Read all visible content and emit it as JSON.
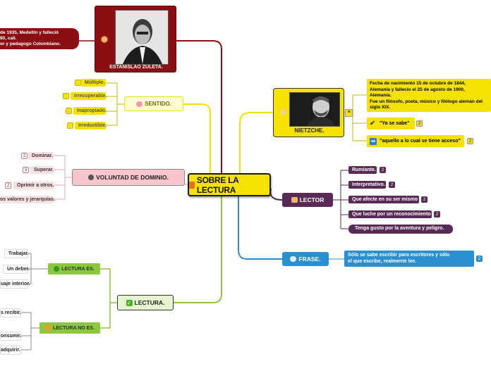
{
  "center": {
    "label": "SOBRE LA LECTURA",
    "icon": "book-icon"
  },
  "zuleta": {
    "label": "ESTANISLAO ZULETA.",
    "bio_lines": [
      "de 1935, Medellín y falleció",
      "90, cali.",
      "or y pedagogo Colombiano."
    ]
  },
  "nietzsche": {
    "label": "NIETZCHE.",
    "bio_lines": [
      "Fecha de nacimiento 15 de octubre de 1844,",
      "Alemania y fallecio el 25 de agosto de 1900,",
      "Alemania.",
      "Fue un filósofo, poeta, músico y filólogo alemán del",
      "siglo XIX."
    ],
    "quote1": "\"Ya se sabe\"",
    "quote2": "\"aquello a lo cual se tiene acceso\"",
    "count1": "2",
    "count2": "2"
  },
  "sentido": {
    "label": "SENTIDO.",
    "items": [
      "Múltiple.",
      "Irrecuperable.",
      "Inapropiado.",
      "Irreductible."
    ]
  },
  "voluntad": {
    "label": "VOLUNTAD DE DOMINIO.",
    "items": [
      "Dominar.",
      "Superar.",
      "Oprimir a otros.",
      "os valores y jerarquías."
    ],
    "counts": [
      "2",
      "3",
      "2"
    ]
  },
  "lector": {
    "label": "LECTOR",
    "items": [
      "Rumiante.",
      "Interpretativo.",
      "Que afecte en su ser mismo",
      "Que luche por un reconocimiento",
      "Tenga gusto  por la aventura y peligro."
    ],
    "counts": [
      "2",
      "2",
      "2",
      "2"
    ]
  },
  "frase": {
    "label": "FRASE.",
    "text_lines": [
      "Sólo se sabe escribir para escritores y sólo",
      "el que escribe, realmente lee."
    ],
    "count": "2"
  },
  "lectura": {
    "label": "LECTURA.",
    "es": {
      "label": "LECTURA ES.",
      "items": [
        "Trabajar.",
        "Un deber.",
        "uaje interior."
      ]
    },
    "no_es": {
      "label": "LECTURA NO ES.",
      "items": [
        "s recibir.",
        "onsumir.",
        "adquirir."
      ]
    }
  },
  "colors": {
    "zuleta_branch": "#8b0f12",
    "sentido_branch": "#f6e200",
    "voluntad_branch": "#f8c5cd",
    "lectura_branch": "#8dc63f",
    "nietzsche_branch": "#f6e200",
    "lector_branch": "#5a2a57",
    "frase_branch": "#2a8fd0"
  }
}
